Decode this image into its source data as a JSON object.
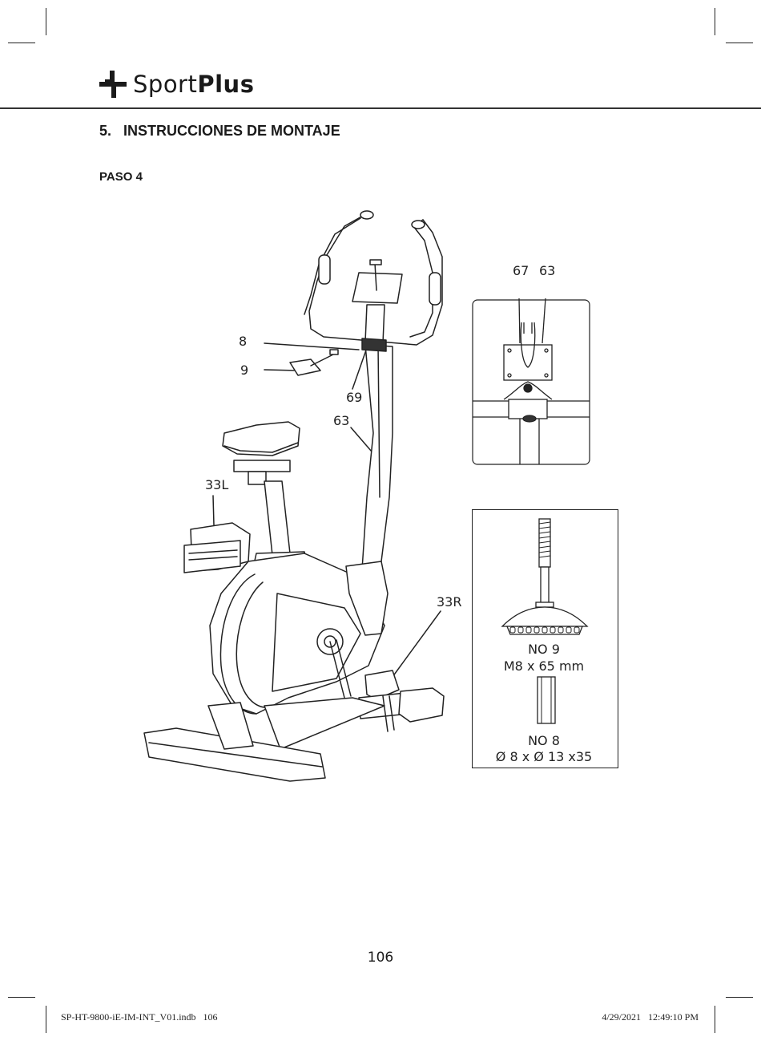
{
  "header": {
    "logo_light": "Sport",
    "logo_bold": "Plus"
  },
  "section_title": "5.   INSTRUCCIONES DE MONTAJE",
  "step_title": "PASO 4",
  "callouts": {
    "c8": "8",
    "c9": "9",
    "c69": "69",
    "c63": "63",
    "c33L": "33L",
    "c33R": "33R"
  },
  "detail": {
    "c67": "67",
    "c63": "63"
  },
  "parts": {
    "bolt_name": "NO 9",
    "bolt_size": "M8 x 65 mm",
    "sleeve_name": "NO 8",
    "sleeve_size": "Ø 8 x Ø 13 x35"
  },
  "page_number": "106",
  "footer": {
    "file": "SP-HT-9800-iE-IM-INT_V01.indb   106",
    "timestamp": "4/29/2021   12:49:10 PM"
  }
}
